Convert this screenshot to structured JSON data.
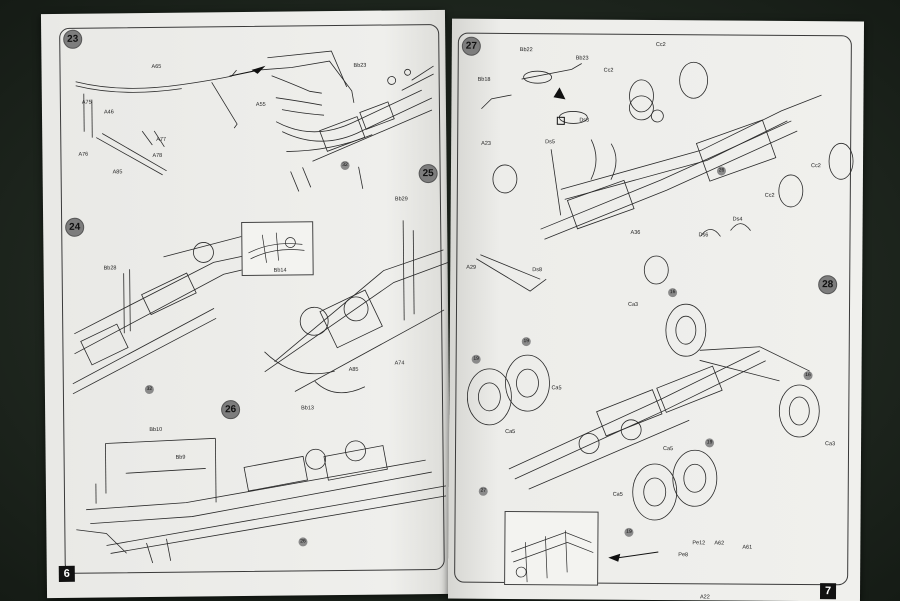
{
  "left_page": {
    "page_number": "6",
    "steps": [
      "23",
      "24",
      "25",
      "26"
    ],
    "labels": {
      "a65": "A65",
      "a46": "A46",
      "a75": "A75",
      "a76": "A76",
      "a77": "A77",
      "a78": "A78",
      "a85": "A85",
      "a55": "A55",
      "bb23": "Bb23",
      "bb28": "Bb28",
      "bb14": "Bb14",
      "bb29": "Bb29",
      "a85b": "A85",
      "a74": "A74",
      "bb13": "Bb13",
      "bb10": "Bb10",
      "bb9": "Bb9"
    },
    "callouts": [
      "32",
      "32",
      "26"
    ]
  },
  "right_page": {
    "page_number": "7",
    "steps": [
      "27",
      "28"
    ],
    "labels": {
      "bb22": "Bb22",
      "bb23": "Bb23",
      "bb18": "Bb18",
      "cc2a": "Cc2",
      "cc2b": "Cc2",
      "cc2c": "Cc2",
      "cc2d": "Cc2",
      "ds3": "Ds3",
      "ds5": "Ds5",
      "a23": "A23",
      "ds4": "Ds4",
      "ds6": "Ds6",
      "a29": "A29",
      "ds8": "Ds8",
      "a36": "A36",
      "ca3": "Ca3",
      "ca3b": "Ca3",
      "ca5": "Ca5",
      "ca5b": "Ca5",
      "ca5c": "Ca5",
      "ca5d": "Ca5",
      "pe8": "Pe8",
      "a62": "A62",
      "a61": "A61",
      "a22": "A22",
      "pe12": "Pe12"
    },
    "callouts": [
      "26",
      "16",
      "16",
      "19",
      "19",
      "19",
      "19",
      "27"
    ]
  }
}
